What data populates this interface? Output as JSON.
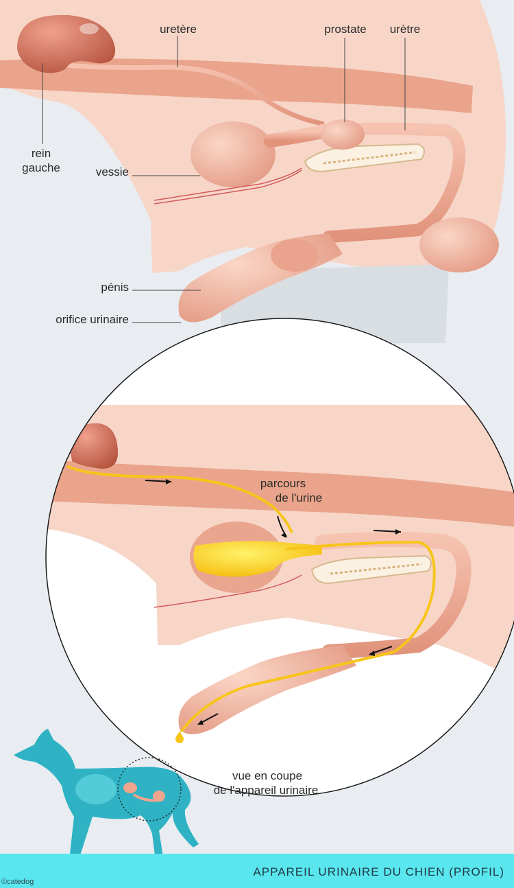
{
  "labels": {
    "uretere": "uretère",
    "prostate": "prostate",
    "uretre": "urètre",
    "rein_line1": "rein",
    "rein_line2": "gauche",
    "vessie": "vessie",
    "penis": "pénis",
    "orifice": "orifice urinaire",
    "parcours_line1": "parcours",
    "parcours_line2": "de l'urine",
    "vue_line1": "vue en coupe",
    "vue_line2": "de l'appareil urinaire"
  },
  "banner": {
    "title": "APPAREIL URINAIRE DU CHIEN (PROFIL)"
  },
  "credit": "©catedog",
  "colors": {
    "background": "#e9edf1",
    "skin": "#f3c9b5",
    "muscle": "#e9a48b",
    "organ": "#eaa58f",
    "kidney": "#c9685a",
    "urine": "#f7c51a",
    "dog_silhouette": "#2fb3c4",
    "banner": "#5ae6ee"
  }
}
